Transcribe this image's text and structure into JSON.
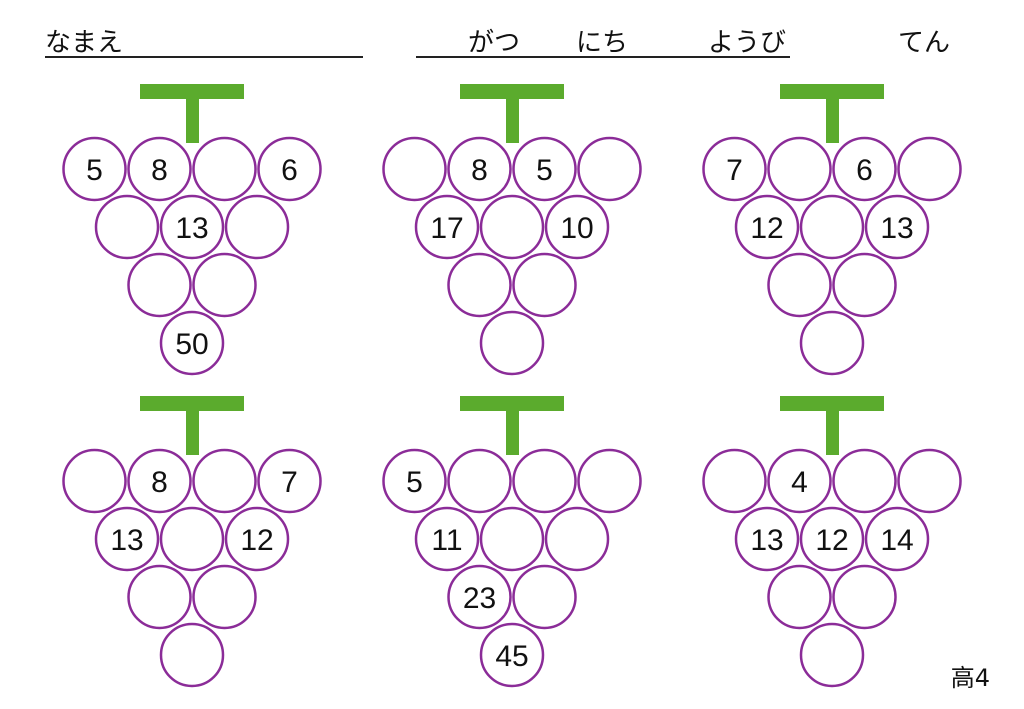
{
  "header": {
    "name_label": "なまえ",
    "month_label": "がつ",
    "day_label": "にち",
    "weekday_label": "ようび",
    "score_label": "てん"
  },
  "footer": {
    "code": "高4"
  },
  "colors": {
    "stem": "#5bab2d",
    "grape_outline": "#8b2c98",
    "text": "#111111"
  },
  "puzzles": [
    {
      "cells": [
        [
          "5",
          "8",
          "",
          "6"
        ],
        [
          "",
          "13",
          ""
        ],
        [
          "",
          ""
        ],
        [
          "50"
        ]
      ]
    },
    {
      "cells": [
        [
          "",
          "8",
          "5",
          ""
        ],
        [
          "17",
          "",
          "10"
        ],
        [
          "",
          ""
        ],
        [
          ""
        ]
      ]
    },
    {
      "cells": [
        [
          "7",
          "",
          "6",
          ""
        ],
        [
          "12",
          "",
          "13"
        ],
        [
          "",
          ""
        ],
        [
          ""
        ]
      ]
    },
    {
      "cells": [
        [
          "",
          "8",
          "",
          "7"
        ],
        [
          "13",
          "",
          "12"
        ],
        [
          "",
          ""
        ],
        [
          ""
        ]
      ]
    },
    {
      "cells": [
        [
          "5",
          "",
          "",
          ""
        ],
        [
          "11",
          "",
          ""
        ],
        [
          "23",
          ""
        ],
        [
          "45"
        ]
      ]
    },
    {
      "cells": [
        [
          "",
          "4",
          "",
          ""
        ],
        [
          "13",
          "12",
          "14"
        ],
        [
          "",
          ""
        ],
        [
          ""
        ]
      ]
    }
  ]
}
